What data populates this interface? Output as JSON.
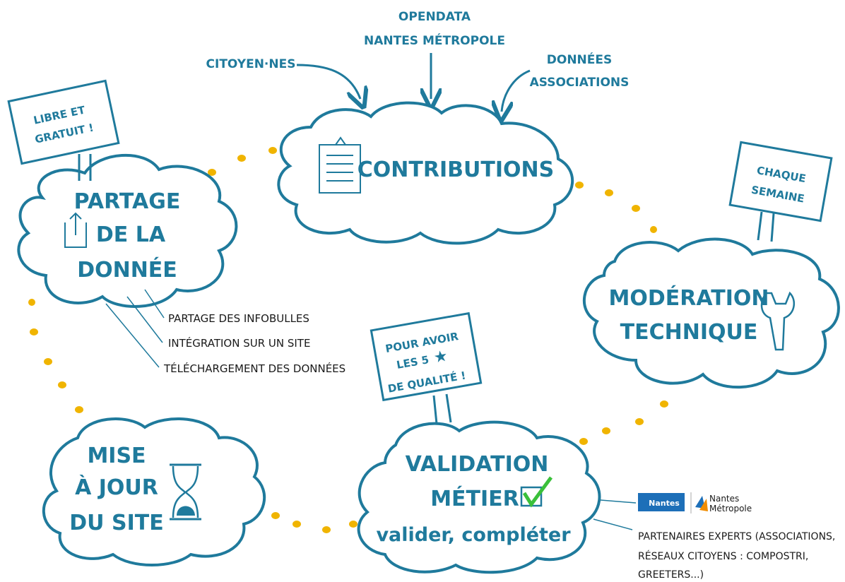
{
  "sources": {
    "citoyens": "CITOYEN·NES",
    "opendata_line1": "OPENDATA",
    "opendata_line2": "NANTES MÉTROPOLE",
    "donnees_line1": "DONNÉES",
    "donnees_line2": "ASSOCIATIONS"
  },
  "clouds": {
    "contributions": "CONTRIBUTIONS",
    "partage_line1": "PARTAGE",
    "partage_line2": "DE LA",
    "partage_line3": "DONNÉE",
    "moderation_line1": "MODÉRATION",
    "moderation_line2": "TECHNIQUE",
    "validation_line1": "VALIDATION",
    "validation_line2": "MÉTIER",
    "validation_line3": "valider, compléter",
    "mise_line1": "MISE",
    "mise_line2": "À JOUR",
    "mise_line3": "DU SITE"
  },
  "signs": {
    "libre_line1": "LIBRE ET",
    "libre_line2": "GRATUIT !",
    "chaque_line1": "CHAQUE",
    "chaque_line2": "SEMAINE",
    "pour_line1": "POUR AVOIR",
    "pour_line2": "LES 5",
    "pour_line3": "DE QUALITÉ !"
  },
  "share_list": [
    "PARTAGE DES INFOBULLES",
    "INTÉGRATION SUR UN SITE",
    "TÉLÉCHARGEMENT DES DONNÉES"
  ],
  "partners": {
    "logo_nantes": "Nantes",
    "logo_metropole_line1": "Nantes",
    "logo_metropole_line2": "Métropole",
    "experts_line1": "PARTENAIRES EXPERTS (ASSOCIATIONS,",
    "experts_line2": "RÉSEAUX CITOYENS : COMPOSTRI,",
    "experts_line3": "GREETERS...)"
  },
  "colors": {
    "primary": "#1f7a9c",
    "bee": "#f0b400",
    "check": "#3ac03a",
    "logo_bg": "#1d6fb8"
  }
}
